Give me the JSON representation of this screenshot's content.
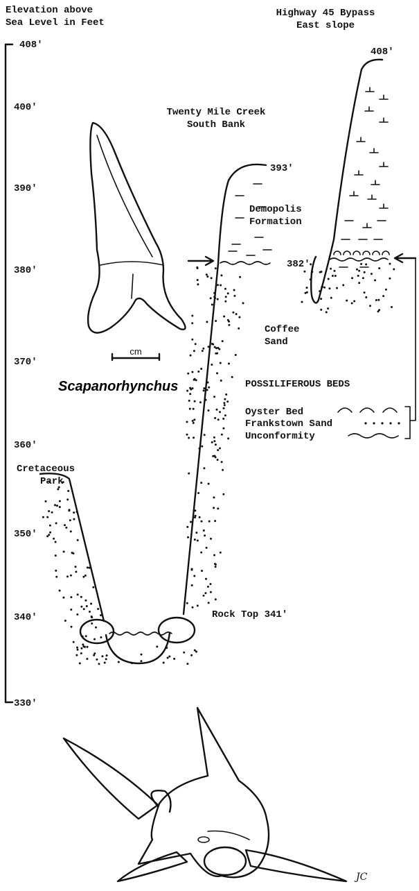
{
  "axis": {
    "title_line1": "Elevation above",
    "title_line2": "Sea Level in Feet",
    "ticks": [
      "408′",
      "400′",
      "390′",
      "380′",
      "370′",
      "360′",
      "350′",
      "340′",
      "330′"
    ]
  },
  "sites": {
    "highway_line1": "Highway 45 Bypass",
    "highway_line2": "East slope",
    "highway_top": "408′",
    "creek_line1": "Twenty Mile Creek",
    "creek_line2": "South Bank",
    "creek_top": "393′",
    "park_line1": "Cretaceous",
    "park_line2": "Park",
    "rock_top": "Rock Top 341′"
  },
  "formations": {
    "demopolis_line1": "Demopolis",
    "demopolis_line2": "Formation",
    "contact": "382′",
    "coffee_line1": "Coffee",
    "coffee_line2": "Sand"
  },
  "legend": {
    "title": "POSSILIFEROUS BEDS",
    "items": [
      "Oyster Bed",
      "Frankstown Sand",
      "Unconformity"
    ]
  },
  "tooth": {
    "scale_label": "cm",
    "genus": "Scapanorhynchus"
  },
  "artist_initials": "JC"
}
